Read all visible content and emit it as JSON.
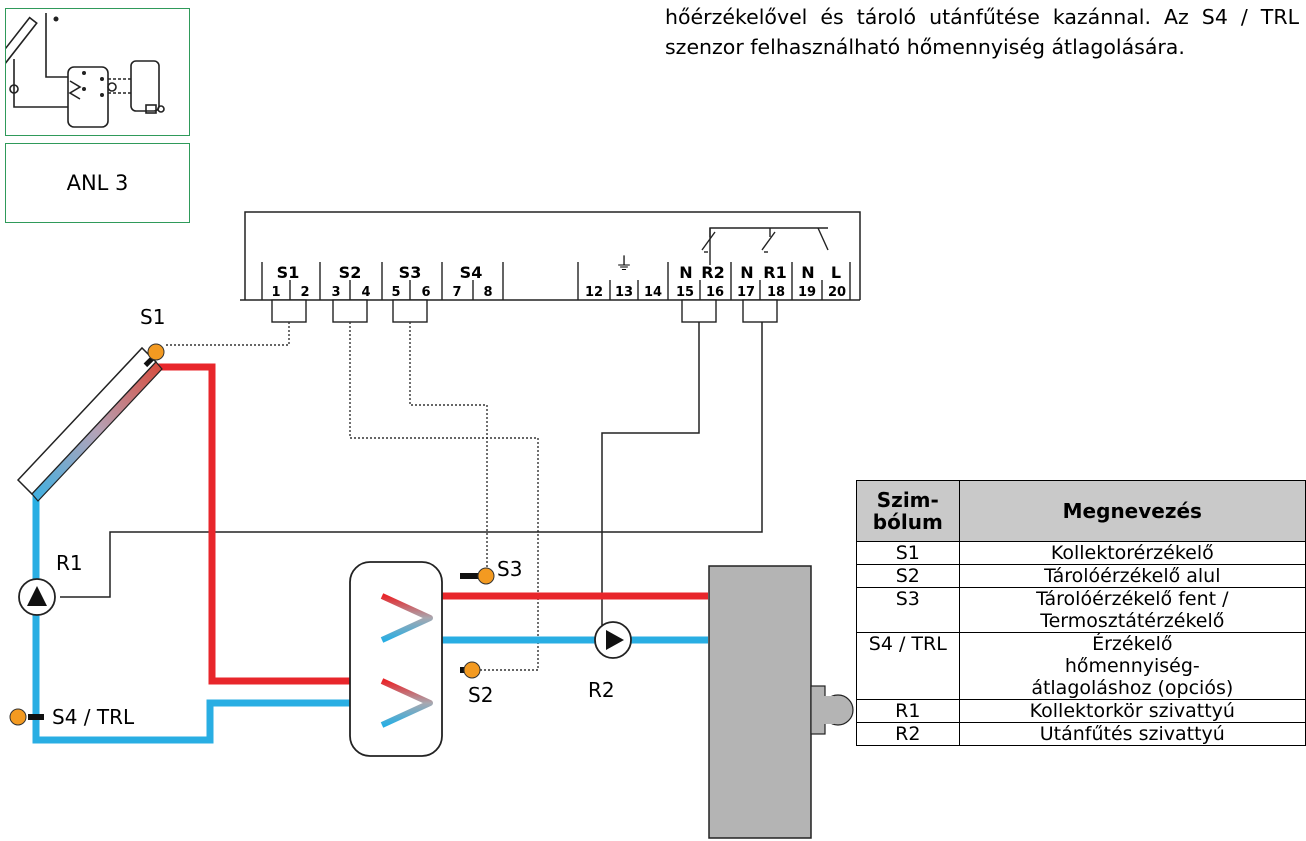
{
  "intro": {
    "lines": [
      "hőérzékelővel és tároló utánfűtése kazánnal. Az S4 / TRL",
      "szenzor felhasználható hőmennyiség átlagolására."
    ]
  },
  "scheme_label": "ANL 3",
  "controller": {
    "group_labels": [
      "S1",
      "S2",
      "S3",
      "S4"
    ],
    "relay_labels": [
      "N",
      "R2",
      "N",
      "R1",
      "N",
      "L"
    ],
    "terminals": [
      "1",
      "2",
      "3",
      "4",
      "5",
      "6",
      "7",
      "8",
      "12",
      "13",
      "14",
      "15",
      "16",
      "17",
      "18",
      "19",
      "20"
    ],
    "ground_symbol": "⏚"
  },
  "diagram_labels": {
    "collector_sensor": "S1",
    "collector_pump": "R1",
    "return_sensor": "S4 / TRL",
    "tank_top_sensor": "S3",
    "tank_bottom_sensor": "S2",
    "reheat_pump": "R2"
  },
  "colors": {
    "hot_pipe": "#e8262b",
    "cold_pipe": "#29aee3",
    "sensor": "#f39a21",
    "boiler": "#b4b4b4",
    "frame_green": "#2f9a5a"
  },
  "legend_table": {
    "headers": [
      "Szim-\nbólum",
      "Megnevezés"
    ],
    "rows": [
      {
        "symbol": "S1",
        "name": "Kollektorérzékelő"
      },
      {
        "symbol": "S2",
        "name": "Tárolóérzékelő alul"
      },
      {
        "symbol": "S3",
        "name": "Tárolóérzékelő fent / Termosztátérzékelő"
      },
      {
        "symbol": "S4 / TRL",
        "name": "Érzékelő hőmennyiség-átlagoláshoz (opciós)"
      },
      {
        "symbol": "R1",
        "name": "Kollektorkör szivattyú"
      },
      {
        "symbol": "R2",
        "name": "Utánfűtés szivattyú"
      }
    ]
  }
}
